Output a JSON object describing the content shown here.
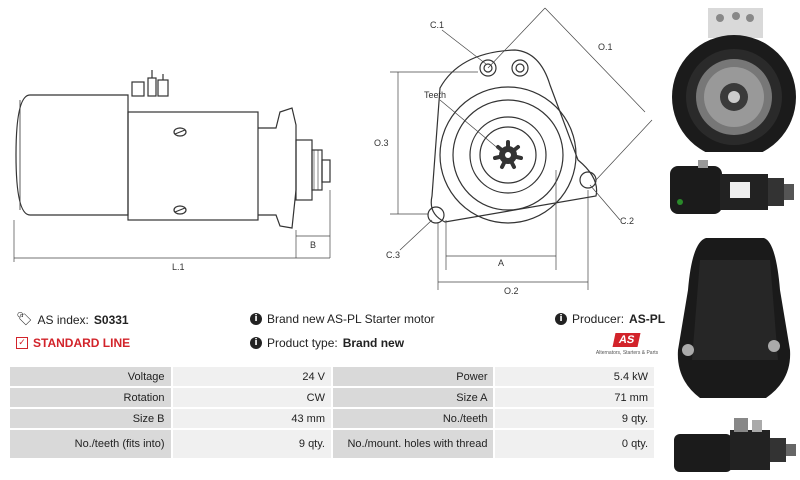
{
  "drawing_labels": {
    "c1": "C.1",
    "c2": "C.2",
    "c3": "C.3",
    "o1": "O.1",
    "o2": "O.2",
    "o3": "O.3",
    "teeth": "Teeth",
    "a": "A",
    "b": "B",
    "l1": "L.1"
  },
  "info": {
    "as_index_label": "AS index:",
    "as_index_value": "S0331",
    "brand_text": "Brand new AS-PL Starter motor",
    "producer_label": "Producer:",
    "producer_value": "AS-PL",
    "standard_line": "STANDARD LINE",
    "product_type_label": "Product type:",
    "product_type_value": "Brand new"
  },
  "logo": {
    "mark": "AS",
    "tagline": "Alternators, Starters & Parts"
  },
  "colors": {
    "accent_red": "#d2232a",
    "cell_label": "#d9d9d9",
    "cell_value": "#f0f0f0"
  },
  "icons": {
    "tag": "tag-icon",
    "info": "info-icon",
    "check": "checkbox-icon"
  },
  "specs": [
    {
      "label1": "Voltage",
      "value1": "24 V",
      "label2": "Power",
      "value2": "5.4 kW"
    },
    {
      "label1": "Rotation",
      "value1": "CW",
      "label2": "Size A",
      "value2": "71 mm"
    },
    {
      "label1": "Size B",
      "value1": "43 mm",
      "label2": "No./teeth",
      "value2": "9 qty."
    },
    {
      "label1": "No./teeth (fits into)",
      "value1": "9 qty.",
      "label2": "No./mount. holes with thread",
      "value2": "0 qty."
    }
  ]
}
